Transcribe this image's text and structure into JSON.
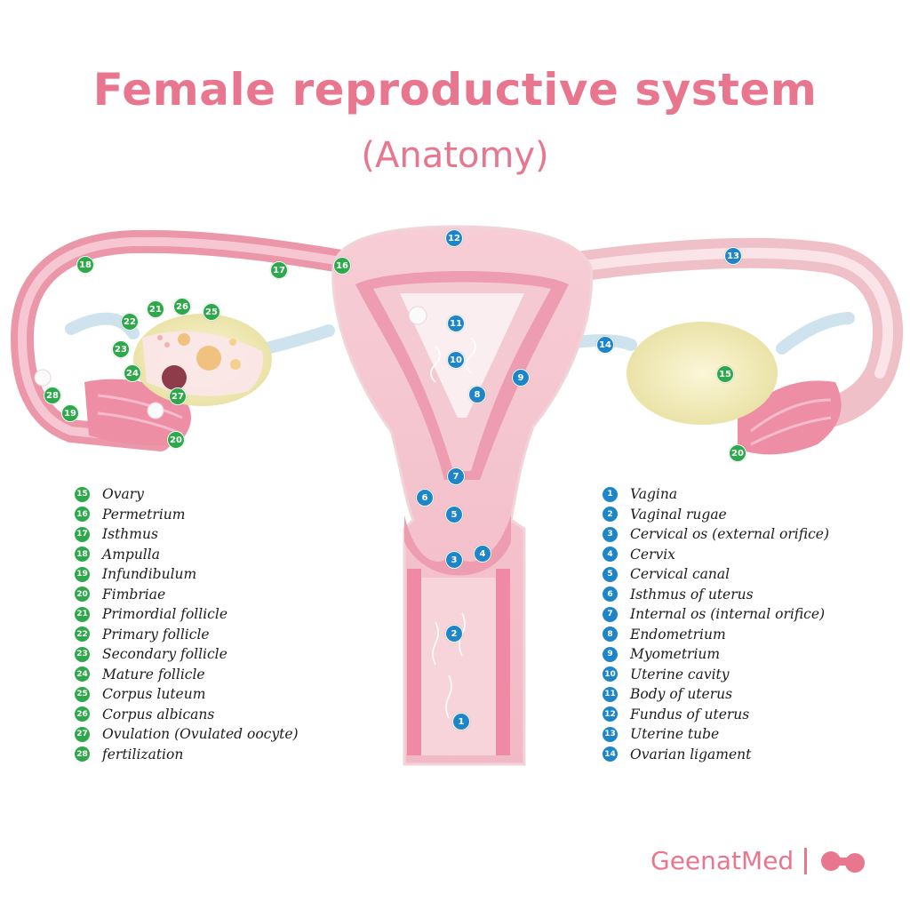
{
  "title": "Female reproductive system",
  "subtitle": "(Anatomy)",
  "brand": "GeenatMed",
  "colors": {
    "accent": "#e8768f",
    "green_marker": "#2da84a",
    "blue_marker": "#1e86c8"
  },
  "markers_green": [
    "15",
    "16",
    "17",
    "18",
    "19",
    "20",
    "21",
    "22",
    "23",
    "24",
    "25",
    "26",
    "27",
    "28"
  ],
  "markers_blue": [
    "1",
    "2",
    "3",
    "4",
    "5",
    "6",
    "7",
    "8",
    "9",
    "10",
    "11",
    "12",
    "13",
    "14"
  ],
  "legend_left": [
    {
      "num": "15",
      "label": "Ovary"
    },
    {
      "num": "16",
      "label": "Permetrium"
    },
    {
      "num": "17",
      "label": "Isthmus"
    },
    {
      "num": "18",
      "label": "Ampulla"
    },
    {
      "num": "19",
      "label": "Infundibulum"
    },
    {
      "num": "20",
      "label": "Fimbriae"
    },
    {
      "num": "21",
      "label": "Primordial follicle"
    },
    {
      "num": "22",
      "label": "Primary follicle"
    },
    {
      "num": "23",
      "label": "Secondary follicle"
    },
    {
      "num": "24",
      "label": "Mature follicle"
    },
    {
      "num": "25",
      "label": "Corpus luteum"
    },
    {
      "num": "26",
      "label": "Corpus albicans"
    },
    {
      "num": "27",
      "label": "Ovulation (Ovulated oocyte)"
    },
    {
      "num": "28",
      "label": "fertilization"
    }
  ],
  "legend_right": [
    {
      "num": "1",
      "label": "Vagina"
    },
    {
      "num": "2",
      "label": "Vaginal rugae"
    },
    {
      "num": "3",
      "label": "Cervical os (external orifice)"
    },
    {
      "num": "4",
      "label": "Cervix"
    },
    {
      "num": "5",
      "label": "Cervical canal"
    },
    {
      "num": "6",
      "label": "Isthmus of uterus"
    },
    {
      "num": "7",
      "label": "Internal os (internal orifice)"
    },
    {
      "num": "8",
      "label": "Endometrium"
    },
    {
      "num": "9",
      "label": "Myometrium"
    },
    {
      "num": "10",
      "label": "Uterine cavity"
    },
    {
      "num": "11",
      "label": "Body of uterus"
    },
    {
      "num": "12",
      "label": "Fundus of uterus"
    },
    {
      "num": "13",
      "label": "Uterine tube"
    },
    {
      "num": "14",
      "label": "Ovarian ligament"
    }
  ]
}
